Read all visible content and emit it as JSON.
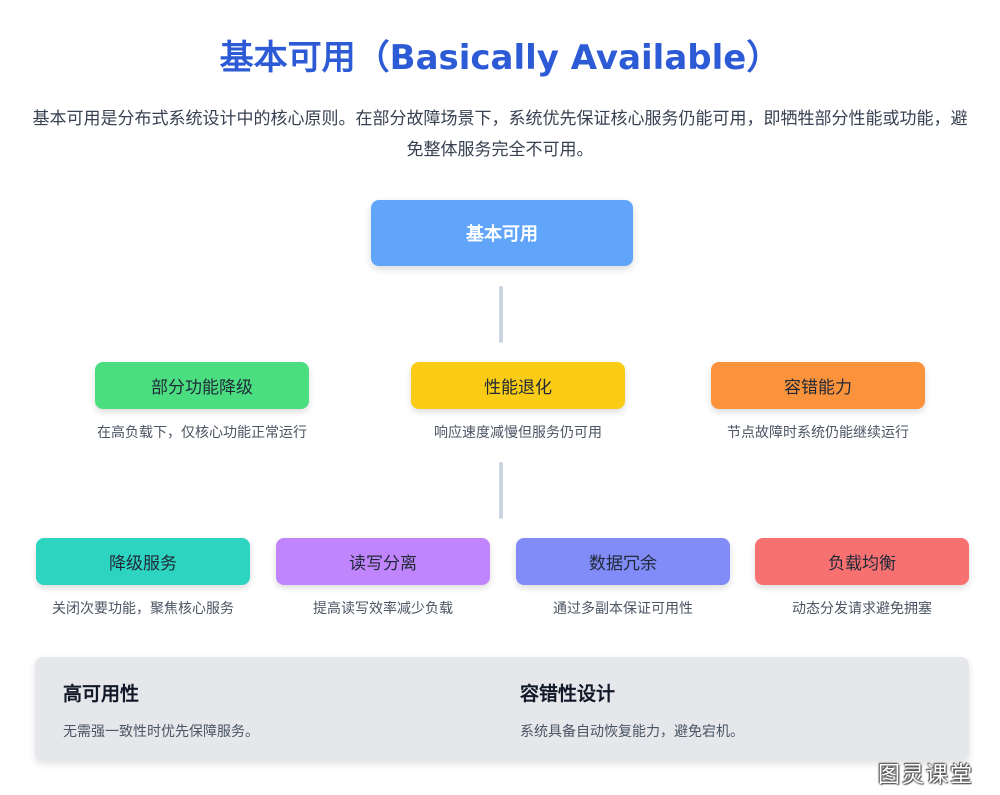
{
  "title": "基本可用（Basically Available）",
  "description": "基本可用是分布式系统设计中的核心原则。在部分故障场景下，系统优先保证核心服务仍能可用，即牺牲部分性能或功能，避免整体服务完全不可用。",
  "root": {
    "label": "基本可用",
    "color": "#60a5fa"
  },
  "level1": [
    {
      "label": "部分功能降级",
      "caption": "在高负载下，仅核心功能正常运行",
      "color": "#4ade80"
    },
    {
      "label": "性能退化",
      "caption": "响应速度减慢但服务仍可用",
      "color": "#facc15"
    },
    {
      "label": "容错能力",
      "caption": "节点故障时系统仍能继续运行",
      "color": "#fb923c"
    }
  ],
  "level2": [
    {
      "label": "降级服务",
      "caption": "关闭次要功能，聚焦核心服务",
      "color": "#2dd4bf"
    },
    {
      "label": "读写分离",
      "caption": "提高读写效率减少负载",
      "color": "#c084fc"
    },
    {
      "label": "数据冗余",
      "caption": "通过多副本保证可用性",
      "color": "#818cf8"
    },
    {
      "label": "负载均衡",
      "caption": "动态分发请求避免拥塞",
      "color": "#f87171"
    }
  ],
  "summary": [
    {
      "title": "高可用性",
      "text": "无需强一致性时优先保障服务。"
    },
    {
      "title": "容错性设计",
      "text": "系统具备自动恢复能力，避免宕机。"
    }
  ],
  "watermark": "图灵课堂"
}
